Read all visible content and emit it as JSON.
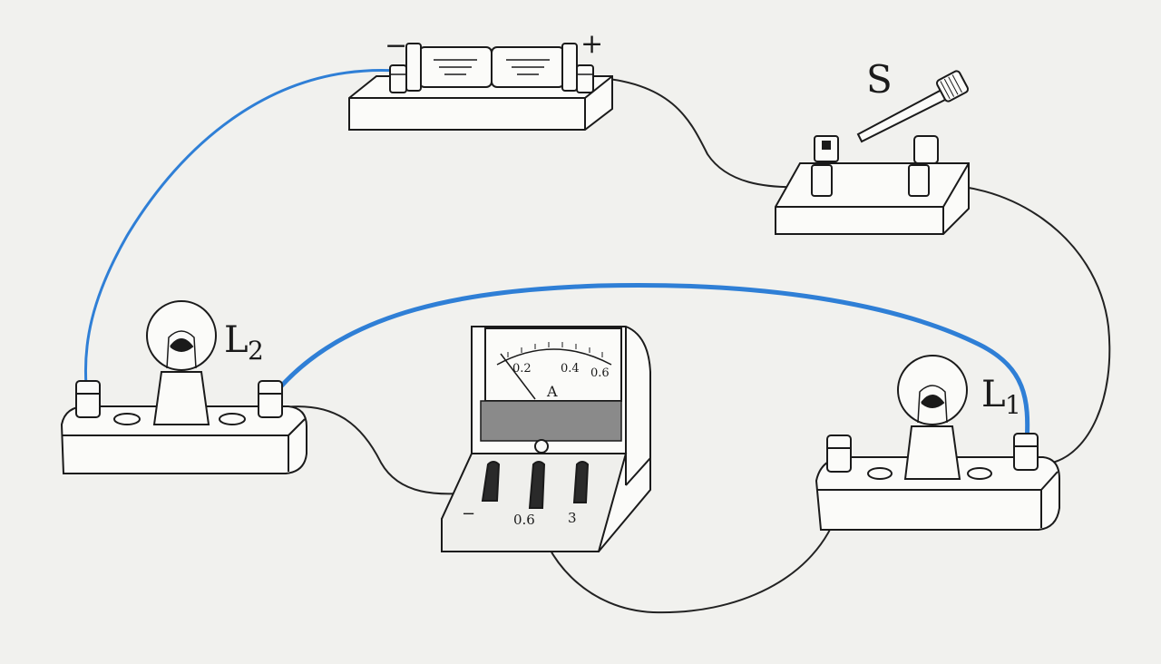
{
  "colors": {
    "background": "#f1f1ee",
    "wire_black": "#222222",
    "wire_blue": "#2f7fd6",
    "wood": "#fbfbf9",
    "ink": "#1a1a1a"
  },
  "labels": {
    "switch": "S",
    "lamp_left_letter": "L",
    "lamp_left_sub": "2",
    "lamp_right_letter": "L",
    "lamp_right_sub": "1",
    "battery_negative": "−",
    "battery_positive": "+",
    "ammeter_unit": "A",
    "ammeter_scale": [
      "0.2",
      "0.4",
      "0.6"
    ],
    "ammeter_terminal_neg": "−",
    "ammeter_terminal_mid": "0.6",
    "ammeter_terminal_right": "3"
  }
}
